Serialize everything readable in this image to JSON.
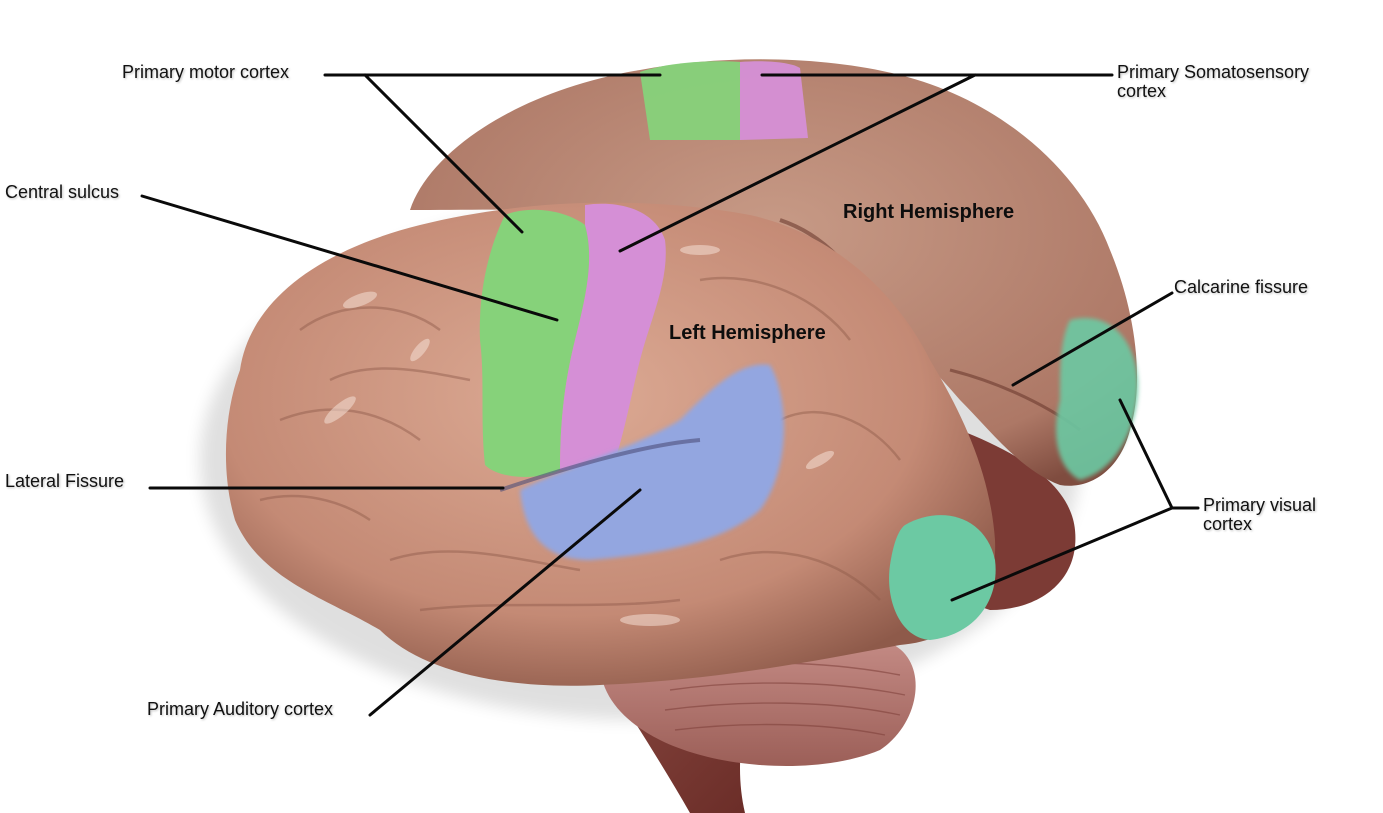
{
  "diagram": {
    "colors": {
      "background": "#ffffff",
      "cortex": "#c99480",
      "cortex_shadow": "#8e5a4a",
      "cortex_highlight": "#efd2c2",
      "cerebellum": "#b87b74",
      "brainstem": "#7d3a33",
      "motor": "#86d27a",
      "somatosensory": "#d58fd6",
      "auditory": "#93a6e0",
      "visual": "#6cc9a3",
      "leader_line": "#0a0a0a"
    },
    "hemispheres": {
      "left": "Left Hemisphere",
      "right": "Right Hemisphere"
    },
    "labels": {
      "primary_motor": "Primary motor cortex",
      "primary_somatosensory_line1": "Primary Somatosensory",
      "primary_somatosensory_line2": "cortex",
      "central_sulcus": "Central sulcus",
      "calcarine_fissure": "Calcarine fissure",
      "lateral_fissure": "Lateral Fissure",
      "primary_visual_line1": "Primary visual",
      "primary_visual_line2": "cortex",
      "primary_auditory": "Primary Auditory cortex"
    }
  }
}
